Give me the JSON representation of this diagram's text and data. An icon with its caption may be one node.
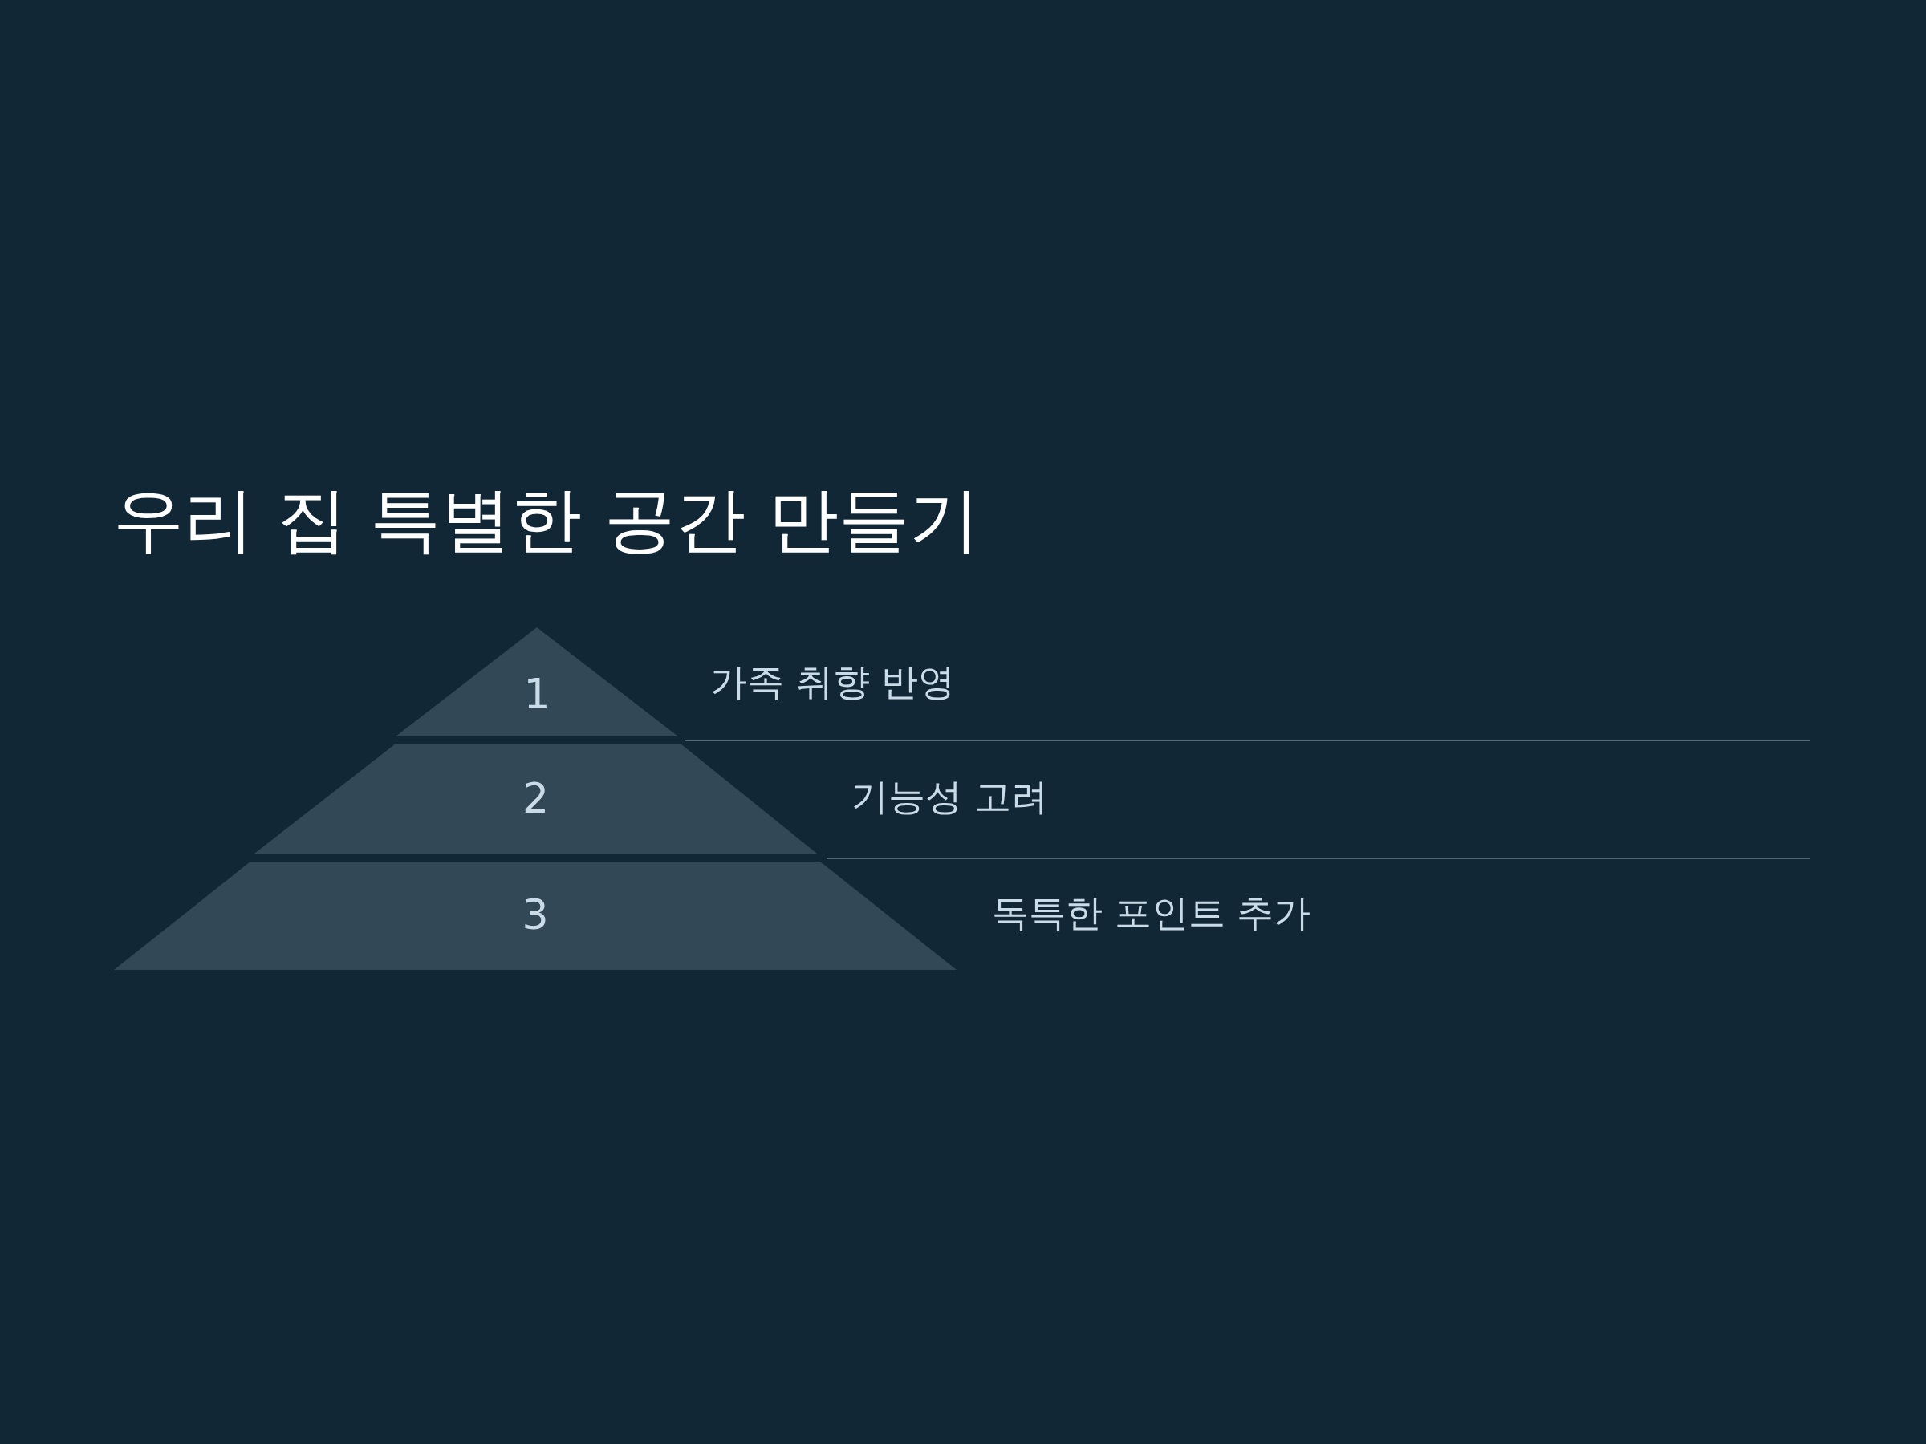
{
  "diagram": {
    "title": "우리 집 특별한 공간 만들기",
    "nodes": [
      {
        "text": [
          "1"
        ],
        "beside": [
          "가족 취향 반영"
        ]
      },
      {
        "text": [
          "2"
        ],
        "beside": [
          "기능성 고려"
        ]
      },
      {
        "text": [
          "3"
        ],
        "beside": [
          "독특한 포인트 추가"
        ]
      }
    ]
  }
}
